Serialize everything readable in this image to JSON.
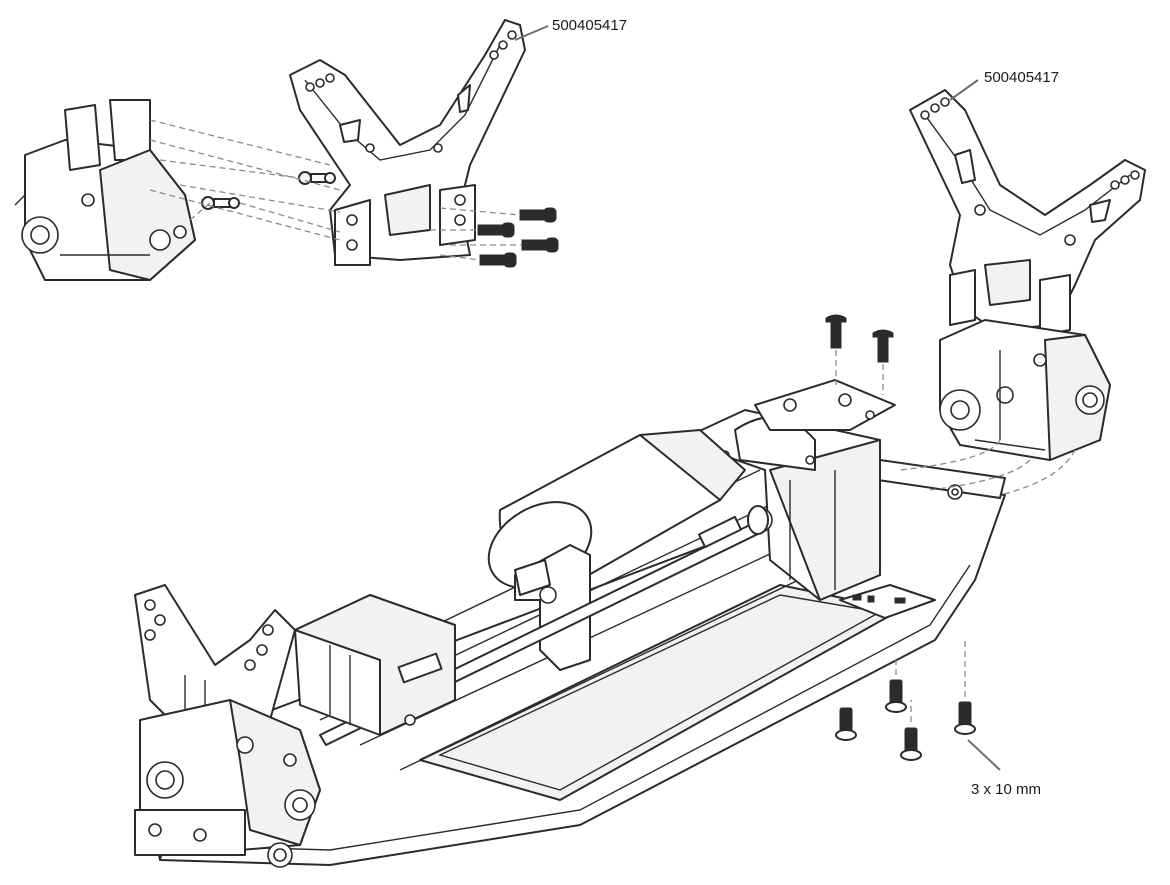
{
  "callouts": {
    "part_number_top": "500405417",
    "part_number_right": "500405417",
    "screw_size": "3 x 10 mm"
  },
  "colors": {
    "line": "#2b2b2b",
    "leader": "#6e6e6e",
    "dashed_assembly_lines": "#8a8a8a",
    "background": "#ffffff"
  }
}
